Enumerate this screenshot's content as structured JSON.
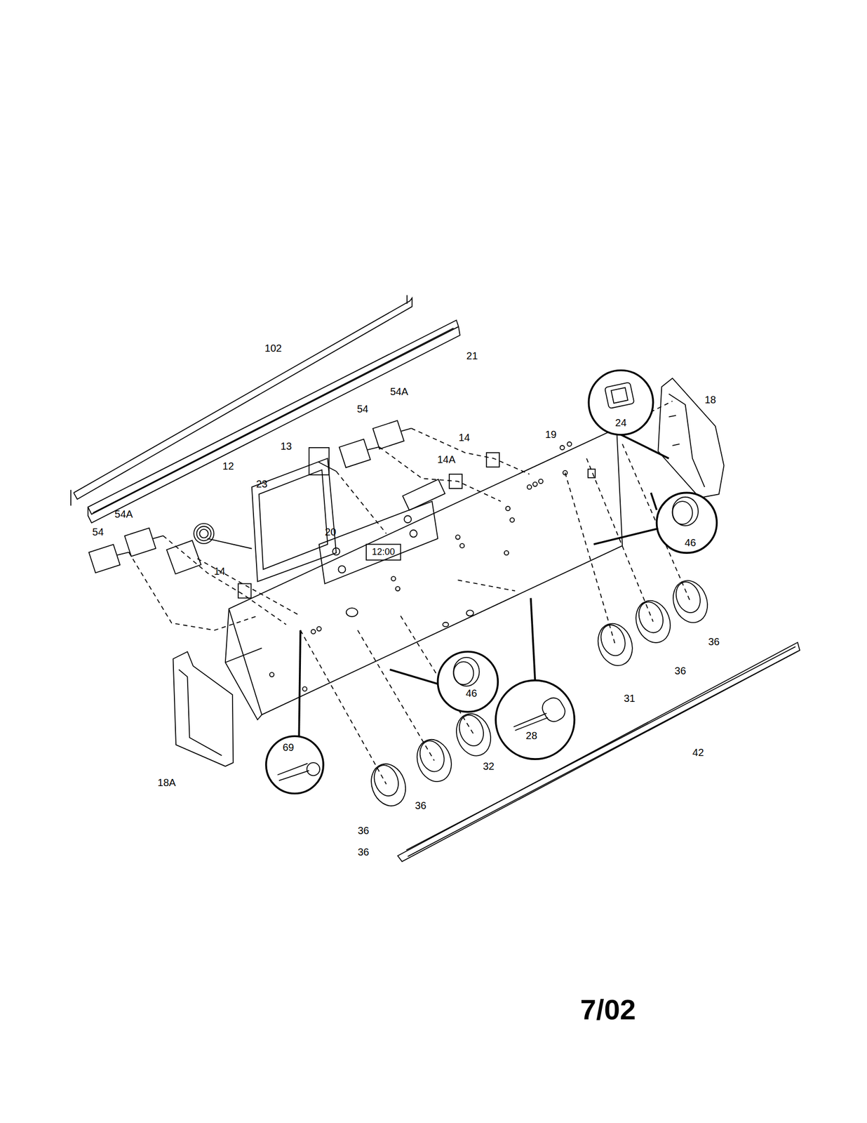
{
  "diagram": {
    "labels": [
      "102",
      "21",
      "54A",
      "54",
      "18",
      "24",
      "19",
      "14",
      "13",
      "12",
      "23",
      "14A",
      "20",
      "12:00",
      "46",
      "54A",
      "54",
      "14",
      "36",
      "36",
      "31",
      "46",
      "28",
      "32",
      "69",
      "42",
      "18A",
      "36",
      "36",
      "36",
      "7/02"
    ]
  }
}
